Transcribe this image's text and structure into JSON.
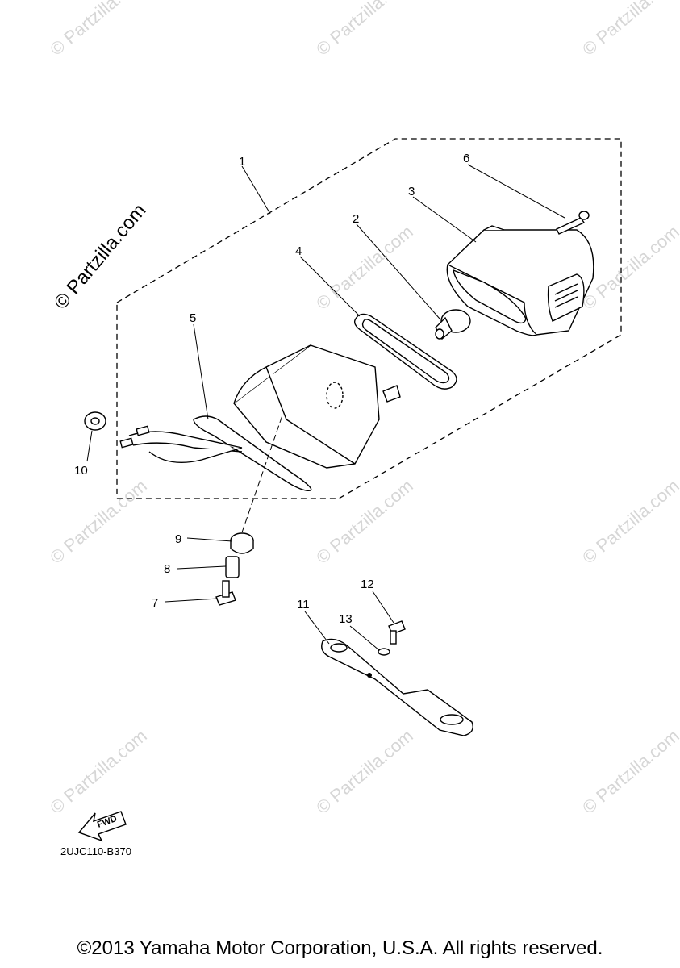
{
  "watermark": {
    "text": "© Partzilla.com",
    "brand": "© Partzilla.com"
  },
  "callouts": [
    {
      "id": "1",
      "label": "1"
    },
    {
      "id": "2",
      "label": "2"
    },
    {
      "id": "3",
      "label": "3"
    },
    {
      "id": "4",
      "label": "4"
    },
    {
      "id": "5",
      "label": "5"
    },
    {
      "id": "6",
      "label": "6"
    },
    {
      "id": "7",
      "label": "7"
    },
    {
      "id": "8",
      "label": "8"
    },
    {
      "id": "9",
      "label": "9"
    },
    {
      "id": "10",
      "label": "10"
    },
    {
      "id": "11",
      "label": "11"
    },
    {
      "id": "12",
      "label": "12"
    },
    {
      "id": "13",
      "label": "13"
    }
  ],
  "fwd_label": "FWD",
  "diagram_code": "2UJC110-B370",
  "copyright": "©2013 Yamaha Motor Corporation, U.S.A. All rights reserved."
}
